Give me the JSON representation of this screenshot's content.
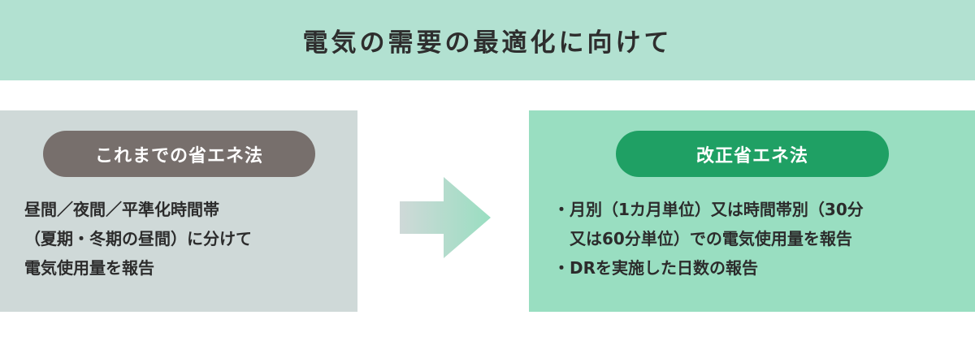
{
  "title": "電気の需要の最適化に向けて",
  "left_panel": {
    "label": "これまでの省エネ法",
    "lines": [
      "昼間／夜間／平準化時間帯",
      "（夏期・冬期の昼間）に分けて",
      "電気使用量を報告"
    ]
  },
  "right_panel": {
    "label": "改正省エネ法",
    "lines": [
      "・月別（1カ月単位）又は時間帯別（30分",
      "　又は60分単位）での電気使用量を報告",
      "・DRを実施した日数の報告"
    ]
  },
  "colors": {
    "title_band": "#b2e1d1",
    "left_panel": "#cfd9d8",
    "right_panel": "#99dec1",
    "left_pill": "#776f6c",
    "right_pill": "#1fa064"
  },
  "icons": {
    "arrow": "right-arrow-icon"
  }
}
